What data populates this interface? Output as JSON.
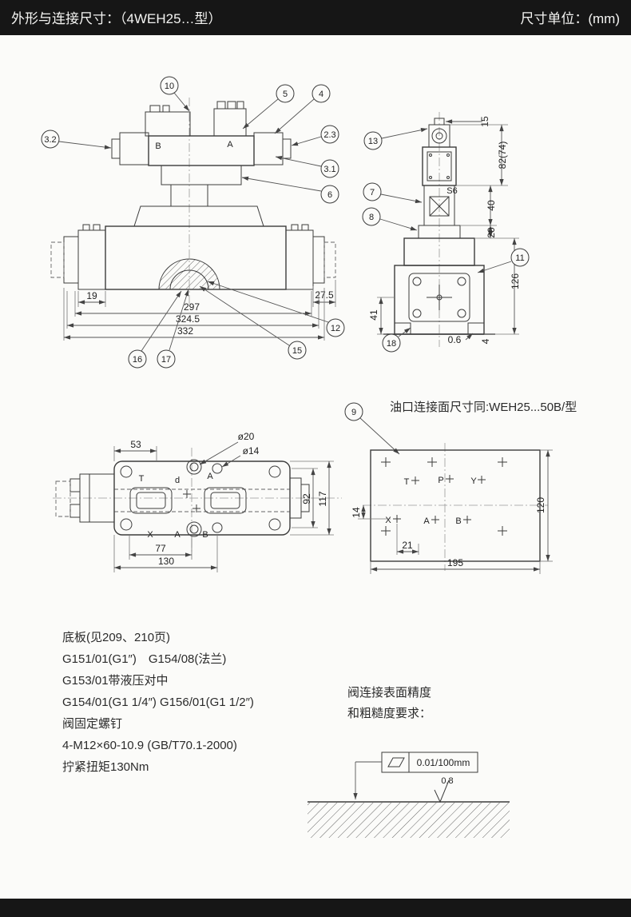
{
  "header": {
    "title": "外形与连接尺寸：（4WEH25…型）",
    "unit": "尺寸单位：(mm)"
  },
  "front_view": {
    "callouts": {
      "c10": "10",
      "c5": "5",
      "c4": "4",
      "c23": "2.3",
      "c32": "3.2",
      "c31": "3.1",
      "c6": "6",
      "c12": "12",
      "c16": "16",
      "c17": "17",
      "c15": "15"
    },
    "dims": {
      "d19": "19",
      "d297": "297",
      "d3245": "324.5",
      "d332": "332",
      "d275": "27.5"
    },
    "labels": {
      "b": "B",
      "a": "A"
    }
  },
  "side_view": {
    "callouts": {
      "c13": "13",
      "c7": "7",
      "c8": "8",
      "c11": "11",
      "c18": "18"
    },
    "dims": {
      "d15": "15",
      "d82": "82(74)",
      "s6": "S6",
      "d40": "40",
      "d20": "20",
      "d126": "126",
      "d41": "41",
      "d06": "0.6",
      "d4": "4"
    }
  },
  "port_note": {
    "callout": "9",
    "text": "油口连接面尺寸同:WEH25...50B/型"
  },
  "top_view": {
    "dims": {
      "d53": "53",
      "d20": "ø20",
      "d14": "ø14",
      "d92": "92",
      "d117": "117",
      "d77": "77",
      "d130": "130"
    },
    "labels": {
      "t": "T",
      "d": "d",
      "a_top": "A",
      "x": "X",
      "a_bot": "A",
      "b": "B"
    }
  },
  "port_face": {
    "ports": {
      "t": "T",
      "p": "P",
      "y": "Y",
      "x": "X",
      "a": "A",
      "b": "B"
    },
    "dims": {
      "d14": "14",
      "d21": "21",
      "d195": "195",
      "d120": "120"
    }
  },
  "notes": {
    "lines": [
      "底板(见209、210页)",
      "G151/01(G1″)　G154/08(法兰)",
      "G153/01带液压对中",
      "G154/01(G1 1/4″) G156/01(G1 1/2″)",
      "阀固定螺钉",
      "4-M12×60-10.9 (GB/T70.1-2000)",
      "拧紧扭矩130Nm"
    ]
  },
  "surface": {
    "line1": "阀连接表面精度",
    "line2": "和粗糙度要求：",
    "flatness": "0.01/100mm",
    "roughness": "0.8"
  }
}
